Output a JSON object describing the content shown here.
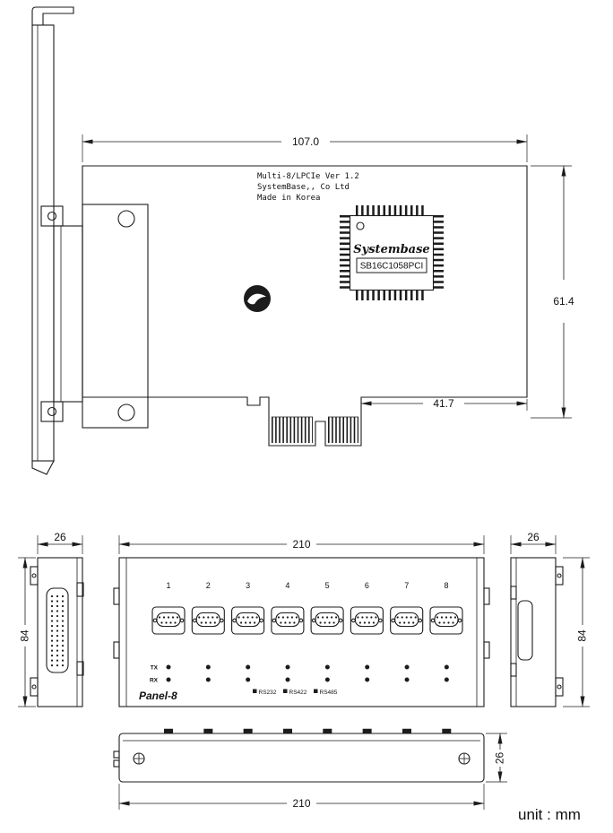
{
  "drawing": {
    "card": {
      "info_lines": [
        "Multi-8/LPCIe Ver 1.2",
        "SystemBase,, Co Ltd",
        "Made in Korea"
      ],
      "chip_brand": "Systembase",
      "chip_part": "SB16C1058PCI",
      "dim_width": "107.0",
      "dim_height": "61.4",
      "dim_edge_offset": "41.7"
    },
    "panel": {
      "name": "Panel-8",
      "ports": [
        "1",
        "2",
        "3",
        "4",
        "5",
        "6",
        "7",
        "8"
      ],
      "led_tx": "TX",
      "led_rx": "RX",
      "legend": [
        "RS232",
        "RS422",
        "RS485"
      ],
      "dim_side_width": "26",
      "dim_width": "210",
      "dim_height": "84",
      "dim_depth": "26"
    },
    "unit_label": "unit : mm"
  }
}
